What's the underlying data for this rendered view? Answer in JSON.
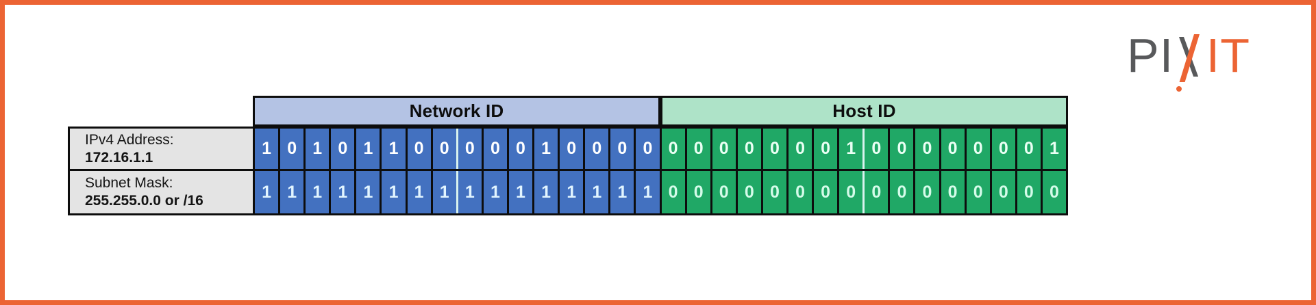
{
  "branding": {
    "logo_part_1": "PI",
    "logo_part_v": "V",
    "logo_part_i": "I",
    "logo_part_t": "T",
    "logo_text_full": "PIVIT",
    "brand_color": "#ec6434",
    "brand_gray": "#58595b"
  },
  "frame": {
    "border_color": "#ec6434"
  },
  "diagram": {
    "bands": [
      {
        "label": "Network ID",
        "color": "#b4c3e4",
        "bits": 16
      },
      {
        "label": "Host ID",
        "color": "#aee3c8",
        "bits": 16
      }
    ],
    "colors": {
      "network_bit": "#4371c0",
      "host_bit": "#20a866",
      "label_cell": "#e4e4e4",
      "grid": "#0d0d0d"
    },
    "rows": [
      {
        "label_line1": "IPv4 Address:",
        "label_line2": "172.16.1.1",
        "octets": [
          {
            "bits": [
              "1",
              "0",
              "1",
              "0",
              "1",
              "1",
              "0",
              "0"
            ],
            "part": "net",
            "decimal": "172"
          },
          {
            "bits": [
              "0",
              "0",
              "0",
              "1",
              "0",
              "0",
              "0",
              "0"
            ],
            "part": "net",
            "decimal": "16"
          },
          {
            "bits": [
              "0",
              "0",
              "0",
              "0",
              "0",
              "0",
              "0",
              "1"
            ],
            "part": "host",
            "decimal": "1"
          },
          {
            "bits": [
              "0",
              "0",
              "0",
              "0",
              "0",
              "0",
              "0",
              "1"
            ],
            "part": "host",
            "decimal": "1"
          }
        ]
      },
      {
        "label_line1": "Subnet Mask:",
        "label_line2": "255.255.0.0 or /16",
        "octets": [
          {
            "bits": [
              "1",
              "1",
              "1",
              "1",
              "1",
              "1",
              "1",
              "1"
            ],
            "part": "net",
            "decimal": "255"
          },
          {
            "bits": [
              "1",
              "1",
              "1",
              "1",
              "1",
              "1",
              "1",
              "1"
            ],
            "part": "net",
            "decimal": "255"
          },
          {
            "bits": [
              "0",
              "0",
              "0",
              "0",
              "0",
              "0",
              "0",
              "0"
            ],
            "part": "host",
            "decimal": "0"
          },
          {
            "bits": [
              "0",
              "0",
              "0",
              "0",
              "0",
              "0",
              "0",
              "0"
            ],
            "part": "host",
            "decimal": "0"
          }
        ]
      }
    ]
  }
}
